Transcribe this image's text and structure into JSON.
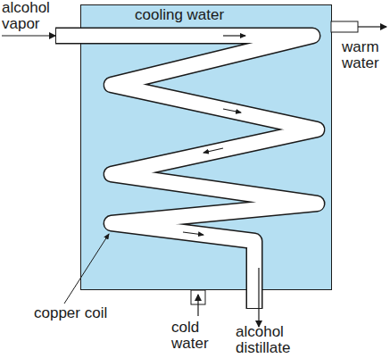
{
  "diagram": {
    "nodes": [
      {
        "text": [
          "cooling water"
        ]
      }
    ],
    "labels": [
      "alcohol vapor",
      "warm water",
      "copper coil",
      "cold water",
      "alcohol distillate"
    ]
  }
}
